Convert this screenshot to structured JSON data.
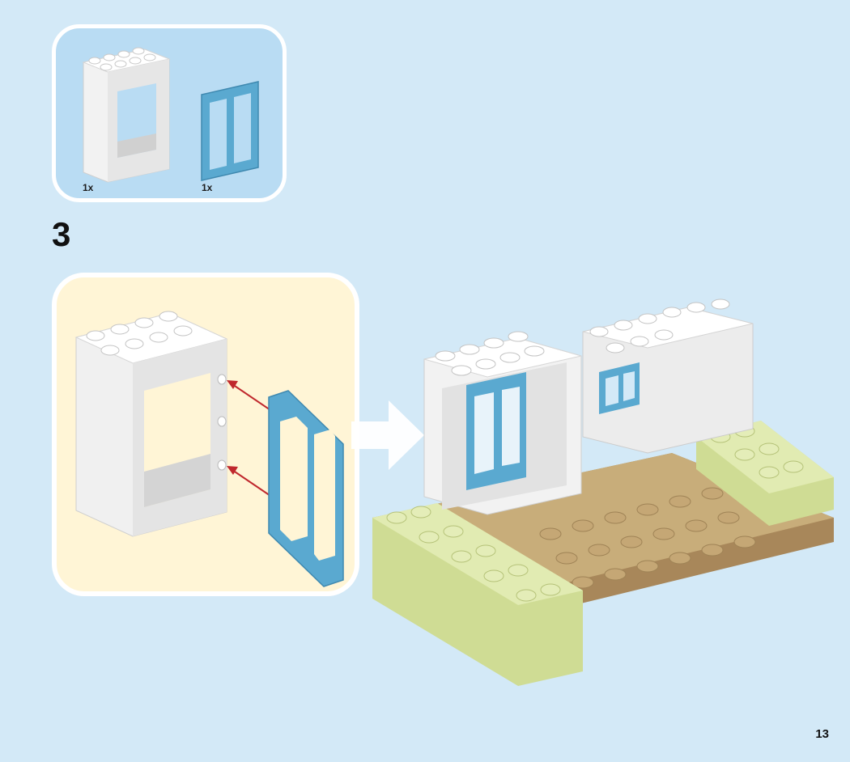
{
  "parts": [
    {
      "name": "door-frame",
      "quantity": "1x"
    },
    {
      "name": "door-panel",
      "quantity": "1x"
    }
  ],
  "step": {
    "number": "3"
  },
  "page": {
    "number": "13"
  },
  "colors": {
    "background": "#d3e9f7",
    "parts_box": "#b9dcf3",
    "sub_box": "#fff5d6",
    "door_blue": "#5aa9d0",
    "green": "#d9e6a8",
    "tan": "#b59a6a",
    "arrow_red": "#c0282d"
  }
}
